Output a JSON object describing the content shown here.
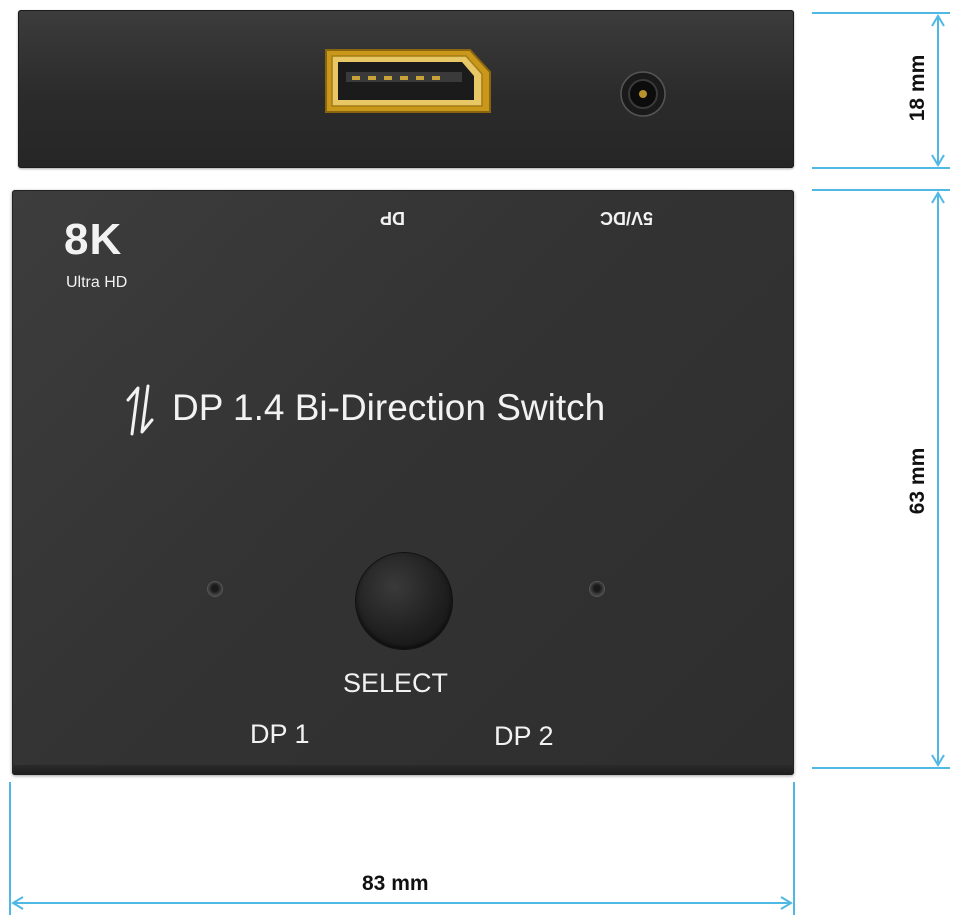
{
  "product": {
    "logo_resolution": "8K",
    "logo_subtitle": "Ultra HD",
    "title": "DP 1.4 Bi-Direction Switch",
    "port_label_dp": "DP",
    "port_label_power": "5V/DC",
    "button_label": "SELECT",
    "port_1_label": "DP 1",
    "port_2_label": "DP 2"
  },
  "dimensions": {
    "height_label": "18 mm",
    "depth_label": "63 mm",
    "width_label": "83 mm"
  },
  "colors": {
    "dimension_line": "#4fb8e3",
    "device_body": "#333333",
    "connector_gold": "#d4a017",
    "silkscreen": "#f2f2f2"
  }
}
